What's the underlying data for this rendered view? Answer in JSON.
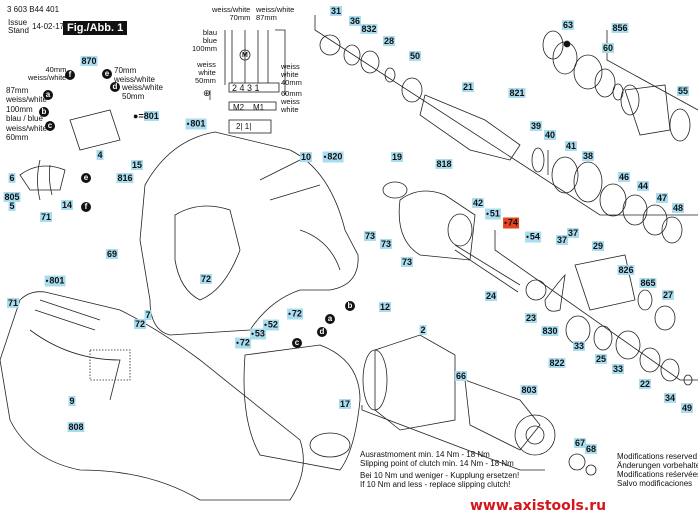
{
  "header": {
    "part_number": "3 603 B44 401",
    "issue_label_1": "Issue",
    "issue_label_2": "Stand",
    "issue_date": "14-02-17",
    "figure": "Fig./Abb. 1"
  },
  "legend_801": {
    "symbol": "●",
    "equals": "=",
    "number": "801"
  },
  "wire_labels": {
    "f": {
      "tag": "f",
      "text1": "40mm",
      "text2": "weiss/white"
    },
    "e": {
      "tag": "e",
      "text1": "70mm",
      "text2": "weiss/white"
    },
    "d": {
      "tag": "d",
      "text1": "weiss/white",
      "text2": "50mm"
    },
    "a": {
      "tag": "a",
      "text1": "87mm",
      "text2": "weiss/white"
    },
    "b": {
      "tag": "b",
      "text1": "100mm",
      "text2": "blau / blue"
    },
    "c": {
      "tag": "c",
      "text1": "weiss/white",
      "text2": "60mm"
    }
  },
  "circuit": {
    "top_left": {
      "l1": "weiss/white",
      "l2": "70mm"
    },
    "top_right": {
      "l1": "weiss/white",
      "l2": "87mm"
    },
    "blue": {
      "l1": "blau",
      "l2": "blue",
      "l3": "100mm"
    },
    "white50": {
      "l1": "weiss",
      "l2": "white",
      "l3": "50mm"
    },
    "white40": {
      "l1": "weiss",
      "l2": "white",
      "l3": "40mm"
    },
    "white60": {
      "l1": "60mm",
      "l2": "weiss",
      "l3": "white"
    },
    "terminals": "2 4 3 1",
    "m2": "M2",
    "m1": "M1",
    "bottom": "2| 1|",
    "motor": "M",
    "ground": "⊕"
  },
  "tool_tags": {
    "b": "b",
    "a": "a",
    "d": "d",
    "c": "c",
    "e": "e",
    "f": "f"
  },
  "callouts": [
    {
      "n": "870"
    },
    {
      "n": "4"
    },
    {
      "n": "801",
      "dot": true
    },
    {
      "n": "6"
    },
    {
      "n": "805"
    },
    {
      "n": "5"
    },
    {
      "n": "71"
    },
    {
      "n": "14"
    },
    {
      "n": "816"
    },
    {
      "n": "15"
    },
    {
      "n": "69"
    },
    {
      "n": "801",
      "dot": true
    },
    {
      "n": "71"
    },
    {
      "n": "7"
    },
    {
      "n": "72"
    },
    {
      "n": "72"
    },
    {
      "n": "72",
      "dot": true
    },
    {
      "n": "52",
      "dot": true
    },
    {
      "n": "53",
      "dot": true
    },
    {
      "n": "72",
      "dot": true
    },
    {
      "n": "10"
    },
    {
      "n": "820",
      "dot": true
    },
    {
      "n": "12"
    },
    {
      "n": "2"
    },
    {
      "n": "73"
    },
    {
      "n": "73"
    },
    {
      "n": "73"
    },
    {
      "n": "9"
    },
    {
      "n": "808"
    },
    {
      "n": "17"
    },
    {
      "n": "31"
    },
    {
      "n": "36"
    },
    {
      "n": "832"
    },
    {
      "n": "28"
    },
    {
      "n": "50"
    },
    {
      "n": "21"
    },
    {
      "n": "821"
    },
    {
      "n": "39"
    },
    {
      "n": "40"
    },
    {
      "n": "41"
    },
    {
      "n": "38"
    },
    {
      "n": "46"
    },
    {
      "n": "44"
    },
    {
      "n": "47"
    },
    {
      "n": "48"
    },
    {
      "n": "63"
    },
    {
      "n": "856"
    },
    {
      "n": "60"
    },
    {
      "n": "55"
    },
    {
      "n": "19"
    },
    {
      "n": "818"
    },
    {
      "n": "42"
    },
    {
      "n": "51",
      "dot": true
    },
    {
      "n": "74",
      "dot": true,
      "highlight": true
    },
    {
      "n": "54",
      "dot": true
    },
    {
      "n": "37"
    },
    {
      "n": "37"
    },
    {
      "n": "29"
    },
    {
      "n": "826"
    },
    {
      "n": "865"
    },
    {
      "n": "27"
    },
    {
      "n": "24"
    },
    {
      "n": "23"
    },
    {
      "n": "830"
    },
    {
      "n": "822"
    },
    {
      "n": "33"
    },
    {
      "n": "25"
    },
    {
      "n": "33"
    },
    {
      "n": "22"
    },
    {
      "n": "34"
    },
    {
      "n": "49"
    },
    {
      "n": "66"
    },
    {
      "n": "803"
    },
    {
      "n": "67"
    },
    {
      "n": "68"
    }
  ],
  "clutch_note": {
    "l1": "Ausrastmoment min. 14 Nm - 18 Nm",
    "l2": "Slipping point of clutch min. 14 Nm - 18 Nm",
    "l3": "Bei 10 Nm und weniger - Kupplung ersetzen!",
    "l4": "If 10 Nm and less - replace slipping clutch!"
  },
  "modifications": {
    "l1": "Modifications reserved",
    "l2": "Änderungen vorbehalten",
    "l3": "Modifications reśervées",
    "l4": "Salvo modificaciones"
  },
  "website": "www.axistools.ru",
  "colors": {
    "callout_bg": "#a9dcef",
    "highlight": "#e2451f",
    "website": "#d4161c"
  }
}
